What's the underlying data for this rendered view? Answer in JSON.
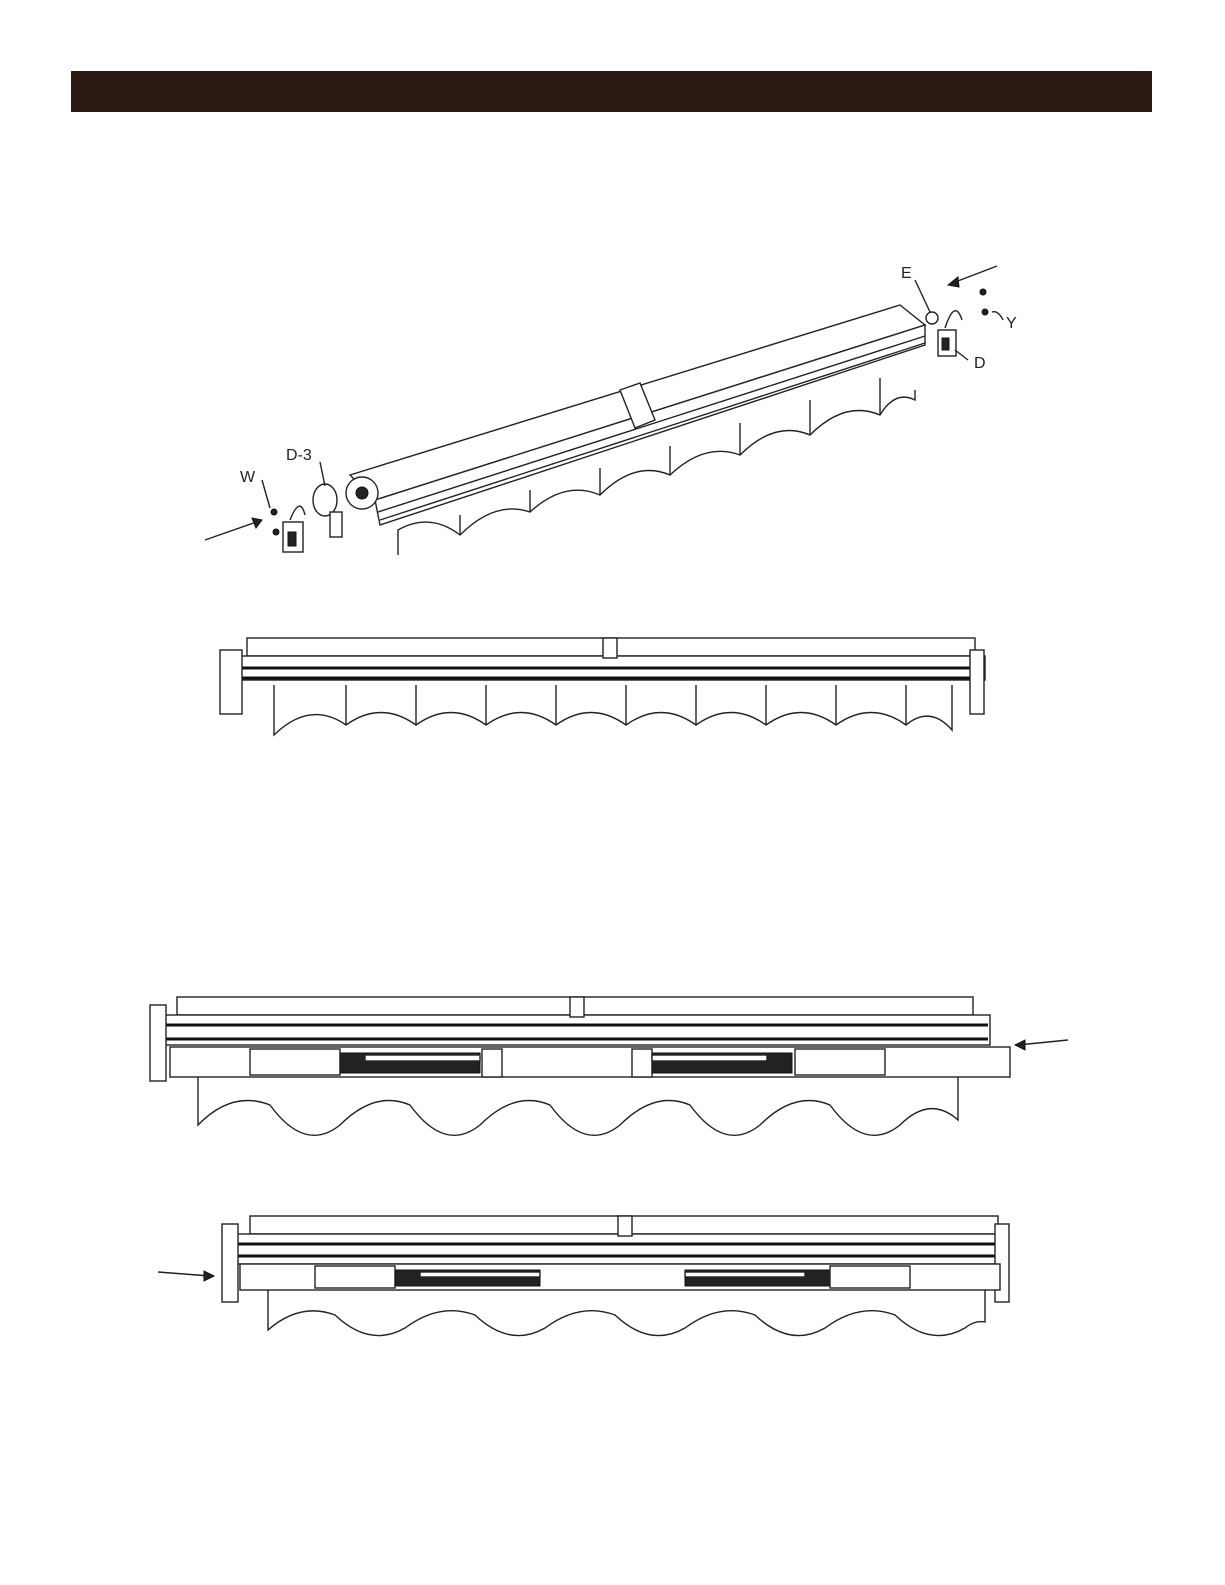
{
  "header": {
    "banner_color": "#2b1b12",
    "title": ""
  },
  "figure1": {
    "labels": {
      "e": "E",
      "y": "Y",
      "d": "D",
      "d3": "D-3",
      "w": "W"
    },
    "arrows": [
      "install-arrow-right",
      "install-arrow-left"
    ]
  },
  "figure2": {
    "description_text": ""
  },
  "figure3": {
    "arrow": "slide-arrow-from-right"
  },
  "figure4": {
    "arrow": "slide-arrow-from-left"
  }
}
